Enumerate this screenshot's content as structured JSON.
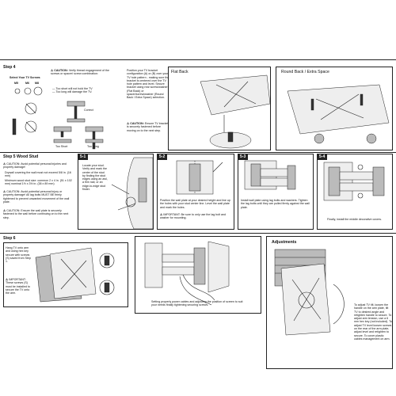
{
  "step4": {
    "title": "Step 4",
    "subtitle": "Select Your TV Screws",
    "screw_sizes": [
      "M5",
      "M6",
      "M8"
    ],
    "caution_title": "CAUTION:",
    "caution_text": "Verify thread engagement of the screws or spacer/ screw combination:",
    "caution_points": [
      "— Too short will not hold the TV",
      "— Too long will damage the TV."
    ],
    "diagram_labels": [
      "Correct",
      "Too Short",
      "Too Long"
    ],
    "instructions": "Position your TV bracket configuration (A) or (B) over your TV hole pattern - making sure the bracket is centered over the TV hole pattern and level. Secure bracket using rear screw/washer (Flat Back) or spacer/screw/washer (Round Back / Extra Space) selection.",
    "caution2_title": "CAUTION:",
    "caution2_text": "Ensure TV bracket is securely fastened before moving on to the next step.",
    "flat_back_label": "Flat Back",
    "round_back_label": "Round Back / Extra Space"
  },
  "step5": {
    "title": "Step 5 Wood Stud",
    "caution1": "CAUTION: Avoid potential personal injuries and property damage!",
    "bullets": [
      "Drywall covering the wall must not exceed 5/8 in. (16 mm)",
      "Minimum wood stud size: common 2 x 4 in. (51 x 102 mm) nominal 1½ x 3½ in. (38 x 89 mm)"
    ],
    "caution2": "CAUTION: Avoid potential personal injury or property damage! All lag bolts MUST BE firmly tightened to prevent unwanted movement of the wall plate.",
    "caution3": "CAUTION: Ensure the wall plate is securely fastened to the wall before continuing on to the next step.",
    "panels": [
      {
        "num": "5-1",
        "text": "Locate your stud. Verify and mark the center of the stud by finding the stud edges using an awl, a thin nail, or an edge-to-edge stud finder."
      },
      {
        "num": "5-2",
        "text": "Position the wall plate at your desired height and line up the holes with your stud center line. Level the wall plate and mark the holes.",
        "note": "IMPORTANT: Be sure to only use the lag bolt and washer for mounting."
      },
      {
        "num": "5-3",
        "text": "Install wall plate using lag bolts and washers. Tighten the lag bolts until they are pulled firmly against the wall plate."
      },
      {
        "num": "5-4",
        "text": "Finally, install the middle decorative covers."
      }
    ]
  },
  "step6": {
    "title": "Step 6",
    "text": "Hang TV onto arm and using hex key secure with screws (S) saved from Step 1.",
    "important": "IMPORTANT: These screws (S) must be installed to secure the TV onto the arm.",
    "caption": "Setting properly power cables and adjusting the position of screen to suit your needs finally tightening securing screws."
  },
  "adjustments": {
    "title": "Adjustments",
    "text": "To adjust TV tilt, loosen the handle on the arm plate, tilt TV to desired angle and retighten handle to secure. To adjust arm tension, use a 6 mm hex key (not included). To adjust TV level loosen screws on the rear of the arm plate, adjust level and retighten to secure. To cover plastic cables management on arm."
  },
  "colors": {
    "line": "#222222",
    "fill_light": "#eeeeee",
    "fill_dark": "#bbbbbb"
  }
}
